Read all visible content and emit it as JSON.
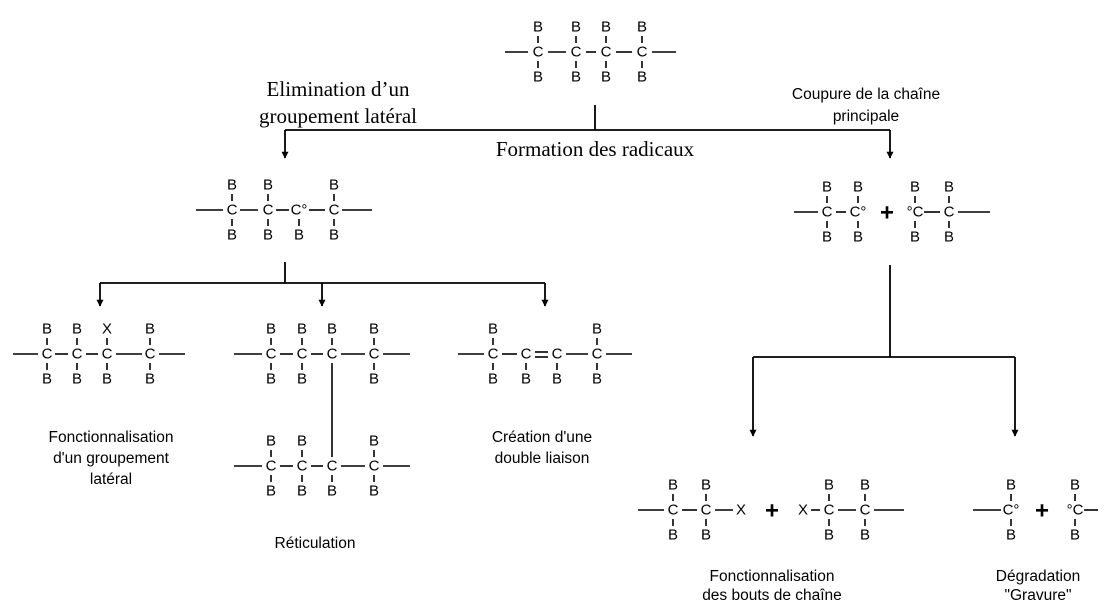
{
  "atoms": {
    "carbon": "C",
    "radical_carbon": "C°",
    "radical_carbon_left": "°C",
    "substituent": "B",
    "functional_group": "X"
  },
  "operator": "+",
  "labels": {
    "lateral_elimination": [
      "Elimination d’un",
      "groupement latéral"
    ],
    "main_chain_scission": [
      "Coupure de la chaîne",
      "principale"
    ],
    "radical_formation": "Formation des radicaux",
    "side_functionalization": [
      "Fonctionnalisation",
      "d'un groupement",
      "latéral"
    ],
    "crosslinking": "Réticulation",
    "double_bond": [
      "Création d'une",
      "double liaison"
    ],
    "end_functionalization": [
      "Fonctionnalisation",
      "des bouts de chaîne"
    ],
    "degradation": [
      "Dégradation",
      "\"Gravure\""
    ]
  }
}
